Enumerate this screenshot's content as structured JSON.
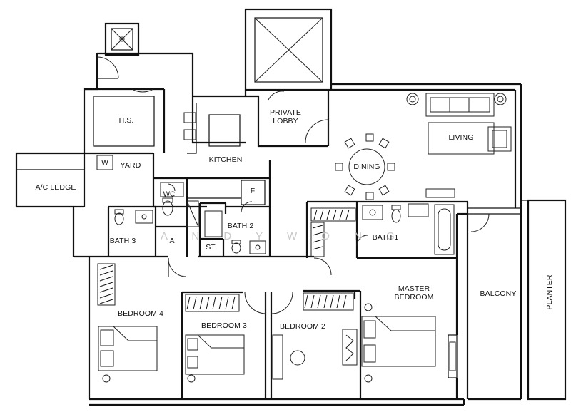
{
  "floor_plan": {
    "rooms": {
      "hs": "H.S.",
      "w": "W",
      "yard": "YARD",
      "ac_ledge": "A/C LEDGE",
      "kitchen": "KITCHEN",
      "private_lobby": [
        "PRIVATE",
        "LOBBY"
      ],
      "dining": "DINING",
      "living": "LIVING",
      "wc": "WC",
      "f": "F",
      "bath3": "BATH 3",
      "a": "A",
      "st": "ST",
      "bath2": "BATH 2",
      "bath1": "BATH 1",
      "master_bedroom": [
        "MASTER",
        "BEDROOM"
      ],
      "balcony": "BALCONY",
      "planter": "PLANTER",
      "bedroom4": "BEDROOM 4",
      "bedroom3": "BEDROOM 3",
      "bedroom2": "BEDROOM 2"
    },
    "watermark": "A N D Y   W O N G"
  }
}
